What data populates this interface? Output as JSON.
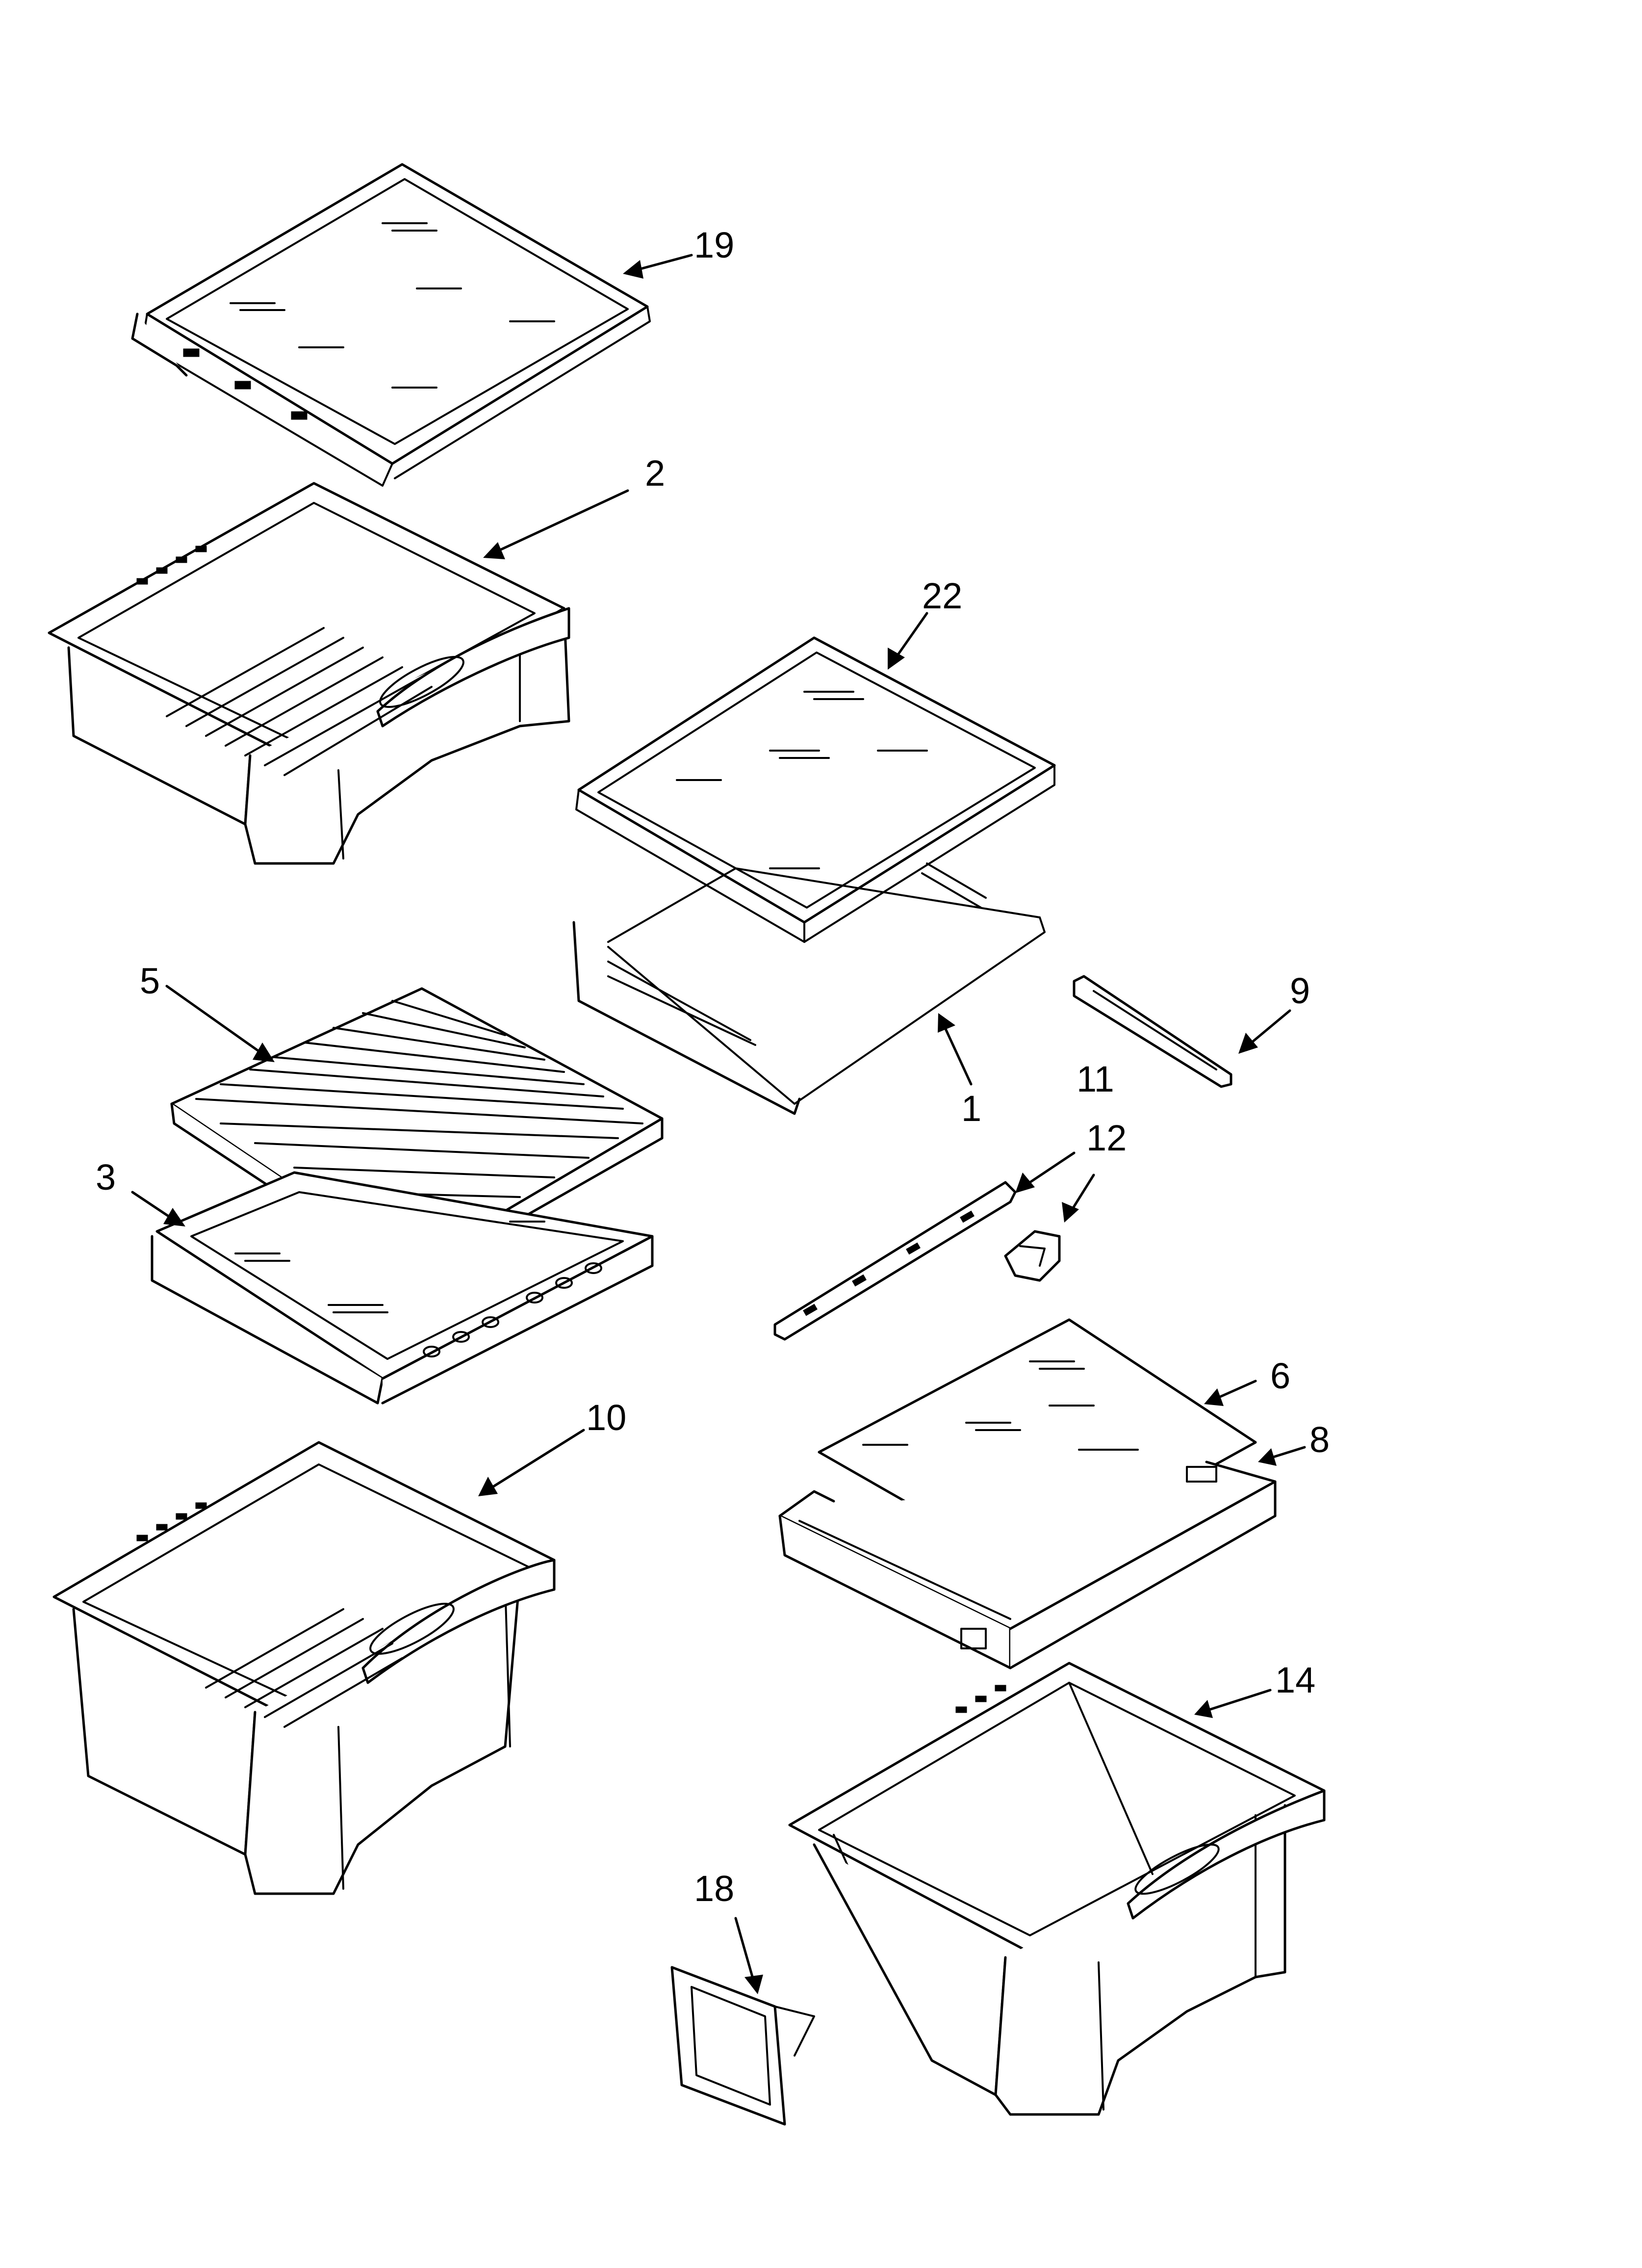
{
  "callouts": [
    {
      "id": "19",
      "label": "19"
    },
    {
      "id": "2",
      "label": "2"
    },
    {
      "id": "22",
      "label": "22"
    },
    {
      "id": "5",
      "label": "5"
    },
    {
      "id": "1",
      "label": "1"
    },
    {
      "id": "9",
      "label": "9"
    },
    {
      "id": "11",
      "label": "11"
    },
    {
      "id": "12",
      "label": "12"
    },
    {
      "id": "3",
      "label": "3"
    },
    {
      "id": "10",
      "label": "10"
    },
    {
      "id": "6",
      "label": "6"
    },
    {
      "id": "8",
      "label": "8"
    },
    {
      "id": "14",
      "label": "14"
    },
    {
      "id": "18",
      "label": "18"
    }
  ],
  "colors": {
    "line": "#000000",
    "background": "#ffffff"
  }
}
